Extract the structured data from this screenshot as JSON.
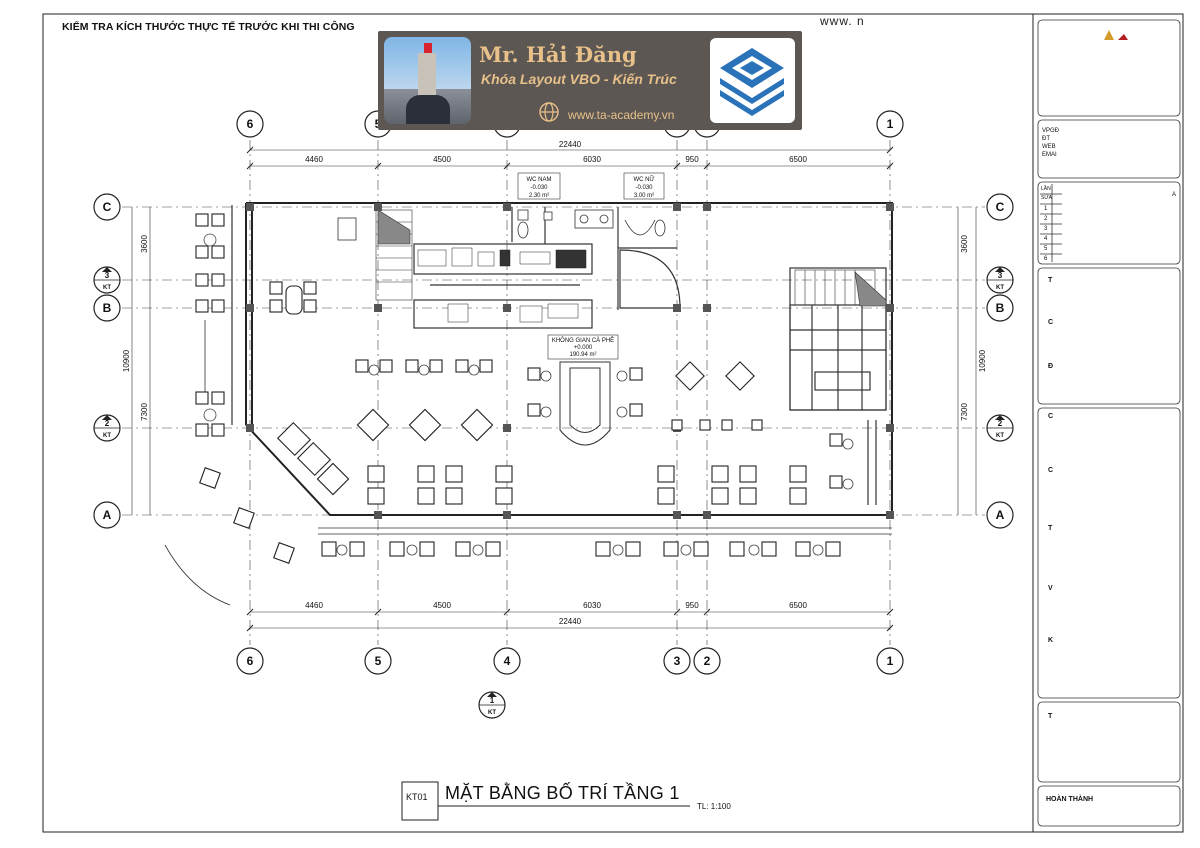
{
  "sheet": {
    "top_title": "KIỂM TRA KÍCH THƯỚC THỰC TẾ TRƯỚC KHI THI CÔNG",
    "website_partial": "www. n",
    "plan_title": "MẶT BẰNG BỐ TRÍ TẦNG 1",
    "plan_code": "KT01",
    "scale": "TL: 1:100"
  },
  "banner": {
    "name": "Mr. Hải Đăng",
    "course": "Khóa Layout VBO - Kiến Trúc",
    "website": "www.ta-academy.vn",
    "colors": {
      "background": "#5c5752",
      "text": "#e7c08a",
      "logo": "#2a73b9"
    }
  },
  "grid": {
    "columns": [
      "6",
      "5",
      "4",
      "3",
      "2",
      "1"
    ],
    "rows": [
      "C",
      "3",
      "B",
      "2",
      "A"
    ],
    "row_tag": "KT",
    "top_dims": [
      "4460",
      "4500",
      "6030",
      "950",
      "6500"
    ],
    "overall_x": "22440",
    "left_dims": [
      "3600",
      "10900",
      "7300"
    ],
    "section_mark": {
      "number": "1",
      "tag": "KT"
    }
  },
  "rooms": {
    "wc_nam": {
      "name": "WC NAM",
      "level": "-0.030",
      "area": "2.30 m²"
    },
    "wc_nu": {
      "name": "WC NỮ",
      "level": "-0.030",
      "area": "3.00 m²"
    },
    "cafe": {
      "name": "KHÔNG GIAN CÀ PHÊ",
      "level": "+0.000",
      "area": "190.94 m²"
    }
  },
  "titleblock": {
    "address_lines": [
      "VPGĐ",
      "ĐT",
      "WEB",
      "EMAI"
    ],
    "revision_header": [
      "LẦN",
      "SỬA"
    ],
    "revision_col": "A",
    "revisions": [
      "1",
      "2",
      "3",
      "4",
      "5",
      "6"
    ],
    "field_letters": [
      "T",
      "C",
      "Đ",
      "C",
      "C",
      "T",
      "V",
      "K",
      "T"
    ],
    "bottom_label": "HOÀN THÀNH"
  }
}
